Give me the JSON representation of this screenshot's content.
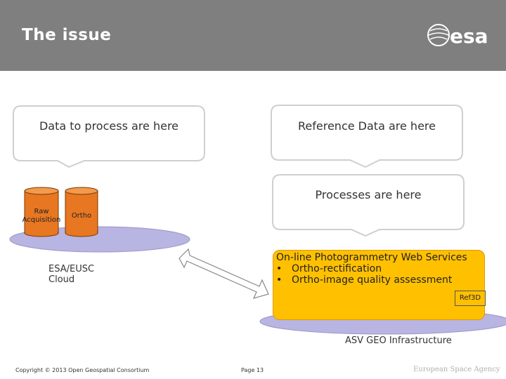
{
  "header": {
    "title": "The issue",
    "logo_text": "esa",
    "color": "#7f7f7f"
  },
  "bubbles": {
    "data_to_process": "Data to process are here",
    "reference_data": "Reference Data are here",
    "processes": "Processes are here"
  },
  "cloud": {
    "label_line1": "ESA/EUSC",
    "label_line2": "Cloud",
    "cylinders": [
      {
        "line1": "Raw",
        "line2": "Acquisition"
      },
      {
        "line1": "Ortho",
        "line2": ""
      }
    ],
    "cylinder_color": "#e87722"
  },
  "services": {
    "title": "On-line Photogrammetry Web Services",
    "items": [
      "Ortho-rectification",
      "Ortho-image quality assessment"
    ],
    "bullet": "•",
    "ref_label": "Ref3D",
    "panel_color": "#ffc000"
  },
  "infrastructure": {
    "label": "ASV GEO Infrastructure"
  },
  "footer": {
    "copyright": "Copyright © 2013 Open Geospatial Consortium",
    "page": "Page 13",
    "agency": "European Space Agency"
  }
}
